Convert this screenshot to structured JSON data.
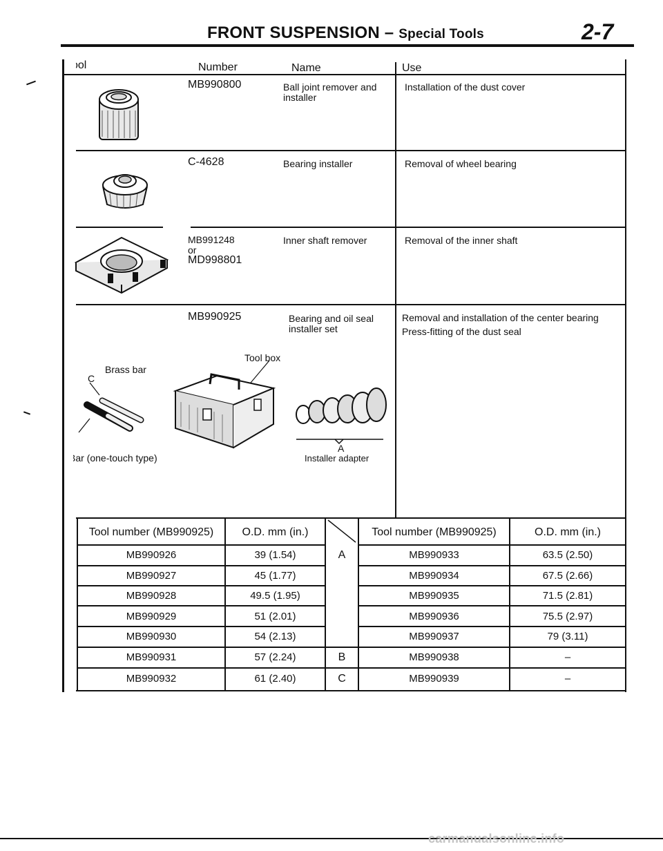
{
  "header": {
    "title": "FRONT SUSPENSION",
    "dash": "–",
    "subtitle": "Special Tools",
    "page_number": "2-7"
  },
  "columns": {
    "tool": "Tool",
    "number": "Number",
    "name": "Name",
    "use": "Use"
  },
  "tools": [
    {
      "number": "MB990800",
      "name_1": "Ball joint remover and",
      "name_2": "installer",
      "use": "Installation of the dust cover"
    },
    {
      "number": "C-4628",
      "name_1": "Bearing installer",
      "use": "Removal of wheel bearing"
    },
    {
      "number_1": "MB991248",
      "number_or": "or",
      "number_2": "MD998801",
      "name_1": "Inner shaft remover",
      "use": "Removal of the inner shaft"
    },
    {
      "number": "MB990925",
      "name_1": "Bearing and oil seal",
      "name_2": "installer set",
      "use_1": "Removal and installation of the center bearing",
      "use_2": "Press-fitting of the dust seal"
    }
  ],
  "illustration_labels": {
    "tool_box": "Tool box",
    "brass_bar": "Brass bar",
    "letter_c": "C",
    "bar_caption": "Bar (one-touch type)",
    "letter_a": "A",
    "installer_adapter": "Installer adapter"
  },
  "od_table": {
    "headers": {
      "tool_number": "Tool number (MB990925)",
      "od": "O.D. mm (in.)"
    },
    "left": [
      {
        "number": "MB990926",
        "od": "39 (1.54)"
      },
      {
        "number": "MB990927",
        "od": "45 (1.77)"
      },
      {
        "number": "MB990928",
        "od": "49.5 (1.95)"
      },
      {
        "number": "MB990929",
        "od": "51 (2.01)"
      },
      {
        "number": "MB990930",
        "od": "54 (2.13)"
      },
      {
        "number": "MB990931",
        "od": "57 (2.24)"
      },
      {
        "number": "MB990932",
        "od": "61 (2.40)"
      }
    ],
    "group_letters": [
      "A",
      "B",
      "C"
    ],
    "right": [
      {
        "number": "MB990933",
        "od": "63.5 (2.50)"
      },
      {
        "number": "MB990934",
        "od": "67.5 (2.66)"
      },
      {
        "number": "MB990935",
        "od": "71.5 (2.81)"
      },
      {
        "number": "MB990936",
        "od": "75.5 (2.97)"
      },
      {
        "number": "MB990937",
        "od": "79 (3.11)"
      },
      {
        "number": "MB990938",
        "od": "–"
      },
      {
        "number": "MB990939",
        "od": "–"
      }
    ]
  },
  "footer": {
    "watermark": "carmanualsonline.info"
  }
}
